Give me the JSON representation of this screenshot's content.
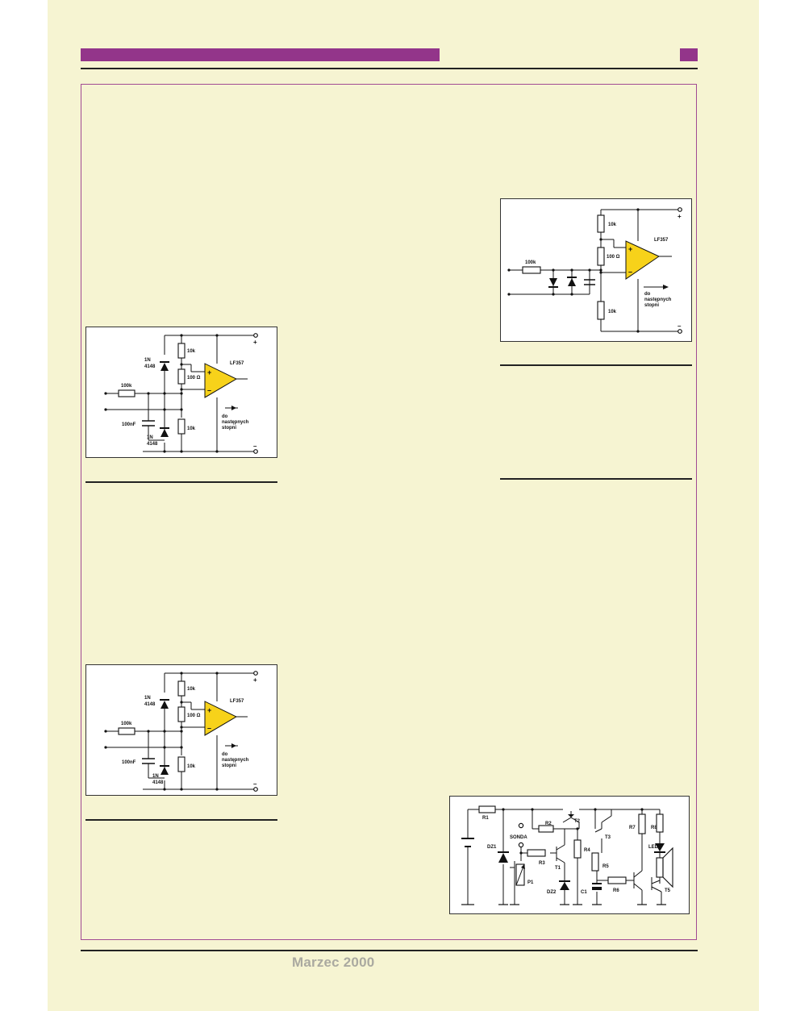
{
  "colors": {
    "page_background": "#f6f4d2",
    "accent": "#93358a",
    "frame": "#a14a93",
    "opamp_fill": "#f7d21a",
    "footer_text": "#aaa9a0"
  },
  "footer": {
    "issue": "Marzec 2000"
  },
  "figure_a": {
    "r_input": "100k",
    "r_top": "10k",
    "r_mid": "100 Ω",
    "r_bottom": "10k",
    "opamp": "LF357",
    "diode_top_line1": "1N",
    "diode_top_line2": "4148",
    "diode_bottom_line1": "1N",
    "diode_bottom_line2": "4148",
    "capacitor": "100nF",
    "plus": "+",
    "minus": "–",
    "out_line1": "do",
    "out_line2": "następnych",
    "out_line3": "stopni",
    "in_plus": "+",
    "in_minus": "–"
  },
  "figure_b": {
    "r_input": "100k",
    "r_top": "10k",
    "r_mid": "100 Ω",
    "r_bottom": "10k",
    "opamp": "LF357",
    "diode_top_line1": "1N",
    "diode_top_line2": "4148",
    "diode_bottom_line1": "1N",
    "diode_bottom_line2": "4148",
    "capacitor": "100nF",
    "plus": "+",
    "minus": "–",
    "out_line1": "do",
    "out_line2": "następnych",
    "out_line3": "stopni",
    "in_plus": "+",
    "in_minus": "–"
  },
  "figure_c": {
    "r_input": "100k",
    "r_top": "10k",
    "r_mid": "100 Ω",
    "r_bottom": "10k",
    "opamp": "LF357",
    "plus": "+",
    "minus": "–",
    "out_line1": "do",
    "out_line2": "następnych",
    "out_line3": "stopni",
    "in_plus": "+",
    "in_minus": "–"
  },
  "figure_d": {
    "r1": "R1",
    "r2": "R2",
    "r3": "R3",
    "r4": "R4",
    "r5": "R5",
    "r6": "R6",
    "r7": "R7",
    "r8": "R8",
    "t1": "T1",
    "t2": "T2",
    "t3": "T3",
    "t5": "T5",
    "dz1": "DZ1",
    "dz2": "DZ2",
    "c1": "C1",
    "p1": "P1",
    "sonda": "SONDA",
    "led": "LED"
  }
}
